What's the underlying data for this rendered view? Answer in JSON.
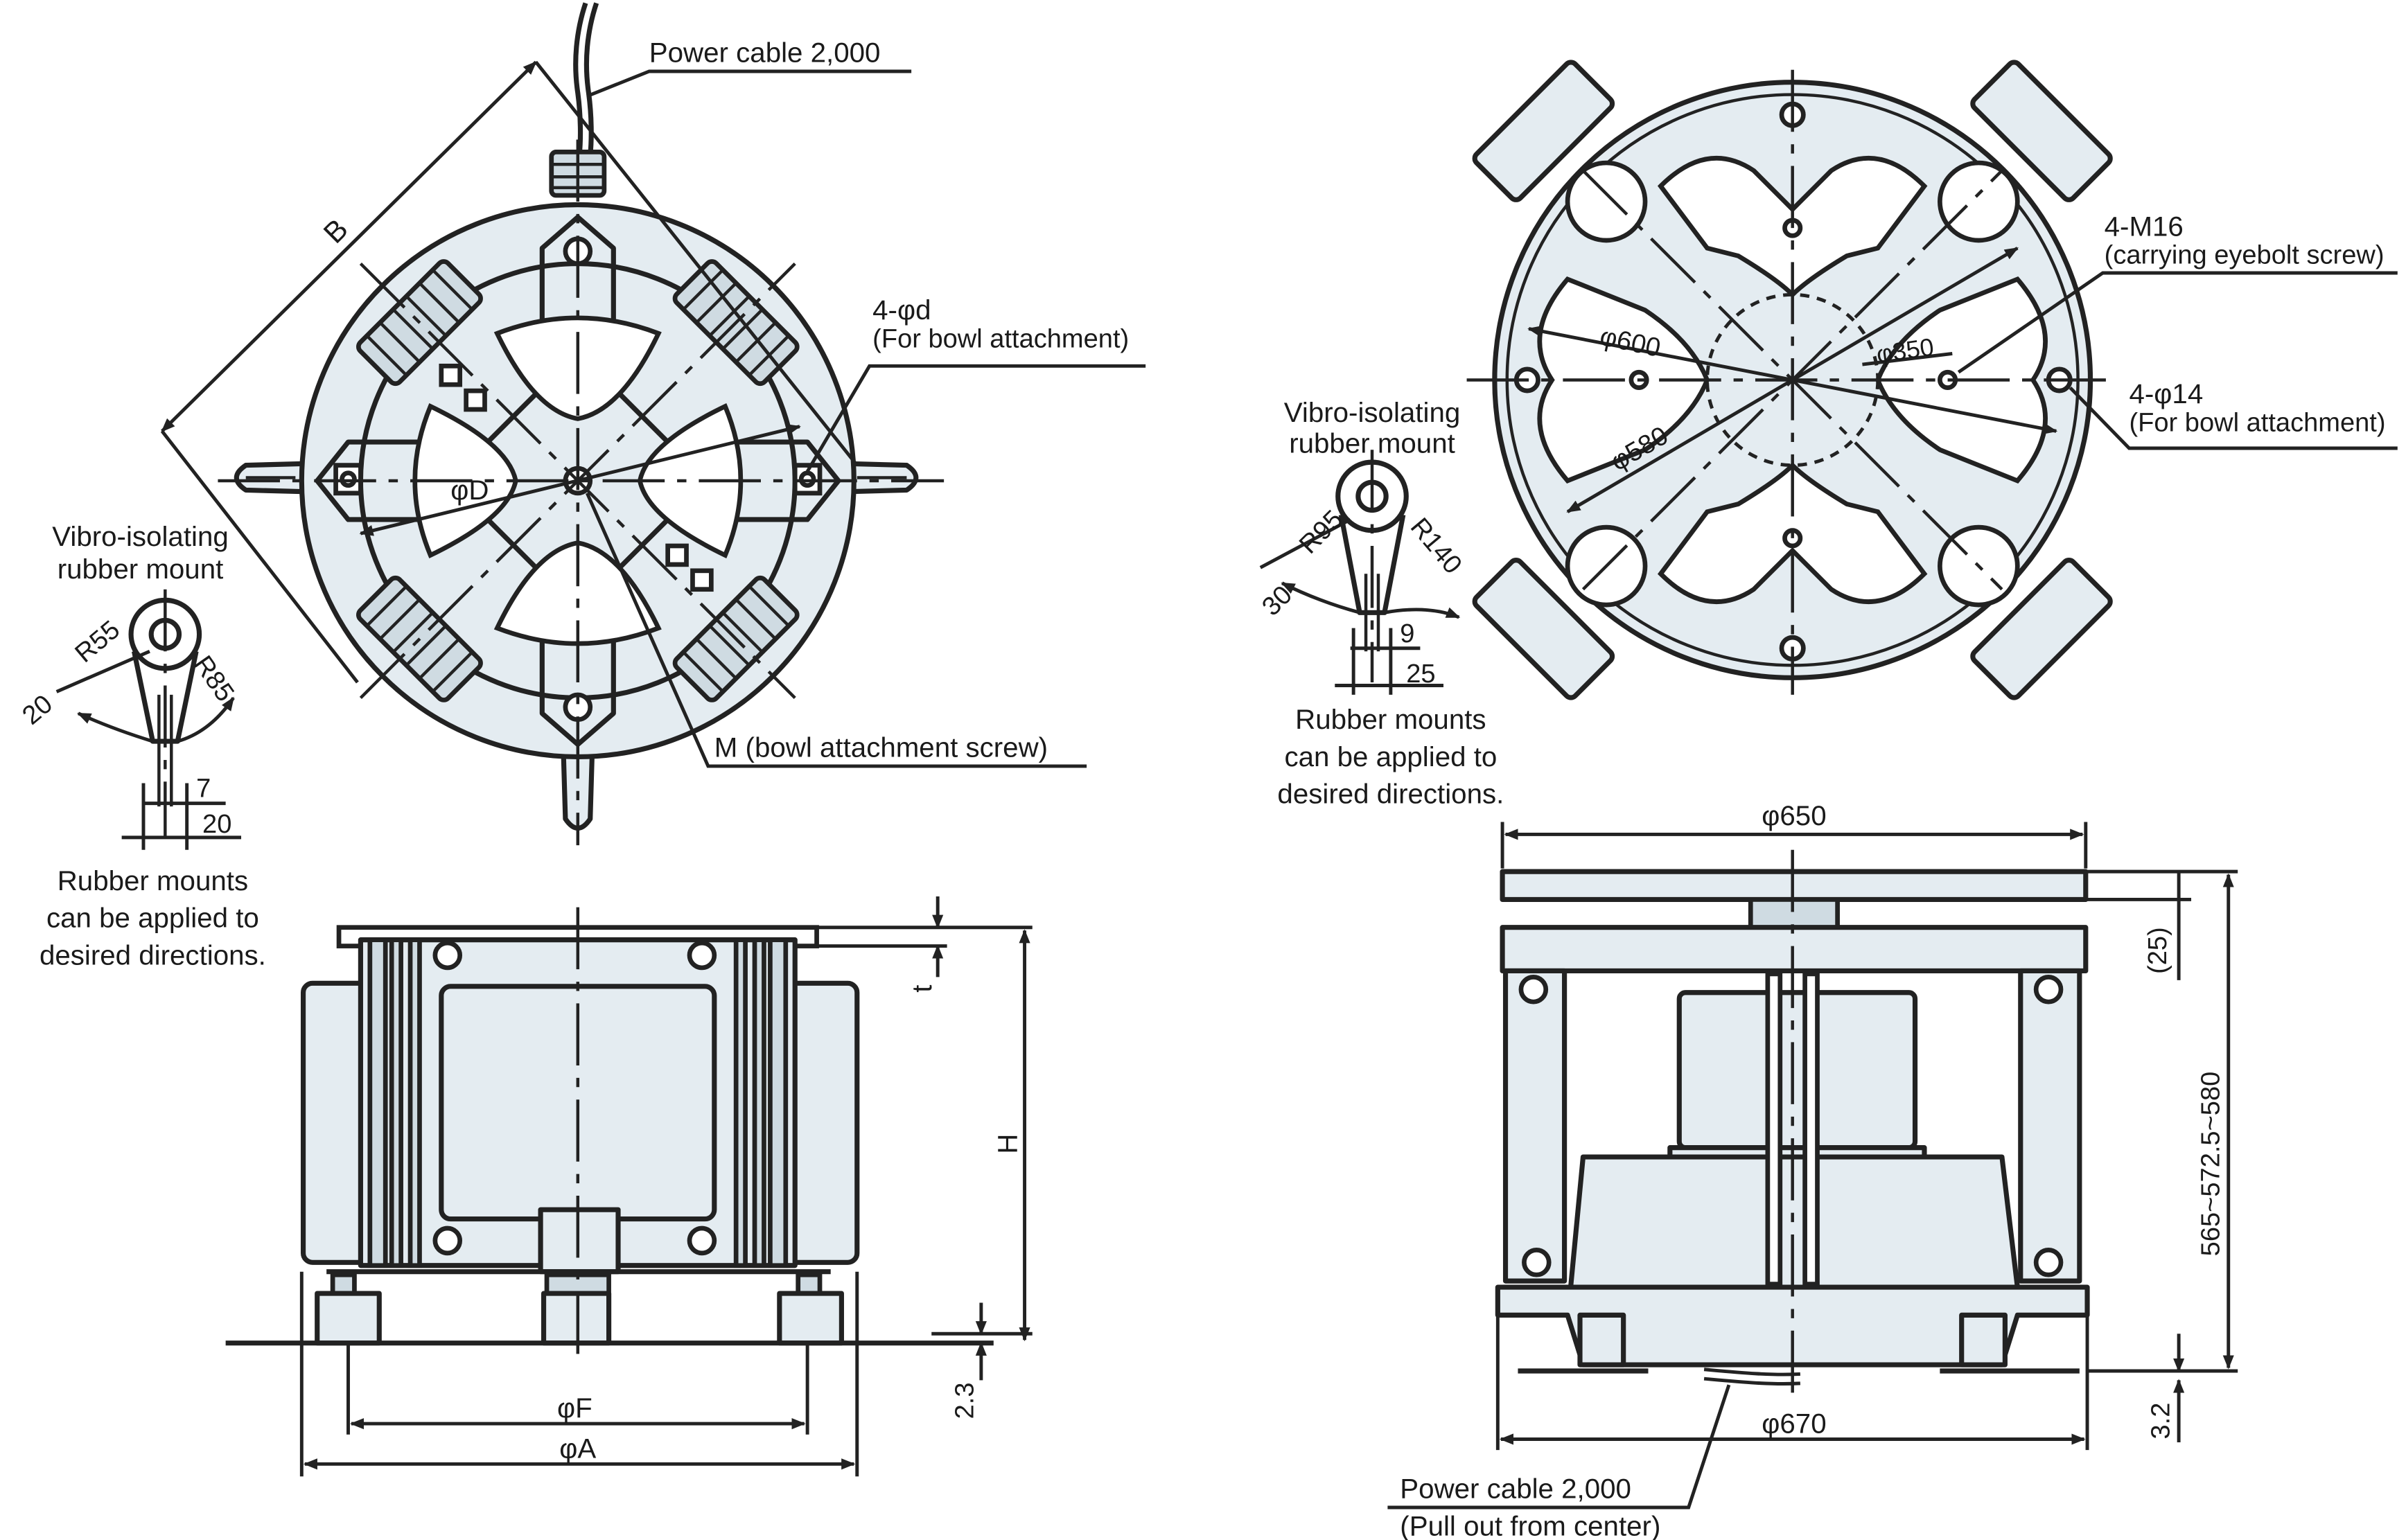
{
  "left_top": {
    "power_cable": "Power cable 2,000",
    "dim_b": "B",
    "holes": "4-φd",
    "holes_note": "(For bowl attachment)",
    "dia_d": "φD",
    "screw": "M (bowl attachment screw)"
  },
  "left_mount": {
    "title_line1": "Vibro-isolating",
    "title_line2": "rubber mount",
    "r_small": "R55",
    "r_large": "R85",
    "angle": "20",
    "w1": "7",
    "w2": "20",
    "note_line1": "Rubber mounts",
    "note_line2": "can be applied to",
    "note_line3": "desired directions."
  },
  "left_side": {
    "thick": "t",
    "height": "H",
    "gap": "2.3",
    "dia_f": "φF",
    "dia_a": "φA"
  },
  "right_top": {
    "eyebolt": "4-M16",
    "eyebolt_note": "(carrying eyebolt screw)",
    "d600": "φ600",
    "d350": "φ350",
    "d580": "φ580",
    "holes": "4-φ14",
    "holes_note": "(For bowl attachment)"
  },
  "right_mount": {
    "title_line1": "Vibro-isolating",
    "title_line2": "rubber mount",
    "r_small": "R95",
    "r_large": "R140",
    "angle": "30",
    "w1": "9",
    "w2": "25",
    "note_line1": "Rubber mounts",
    "note_line2": "can be applied to",
    "note_line3": "desired directions."
  },
  "right_side": {
    "d650": "φ650",
    "d25": "(25)",
    "height": "565~572.5~580",
    "gap": "3.2",
    "d670": "φ670",
    "cable_line1": "Power cable 2,000",
    "cable_line2": "(Pull out from center)"
  }
}
